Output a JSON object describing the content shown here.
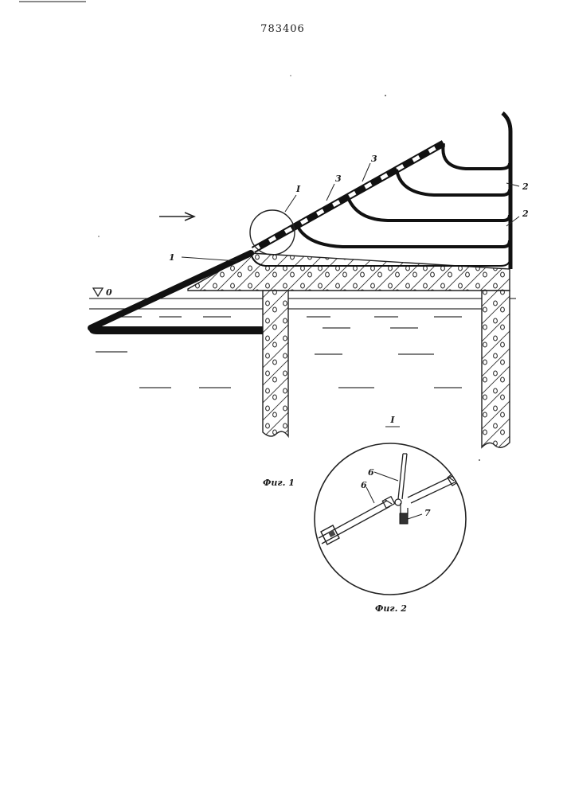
{
  "patent_number": "783406",
  "figure_1": {
    "caption": "Фиг. 1",
    "water_level_label": "0",
    "callouts": {
      "detail_ref": "I",
      "part_1": "1",
      "part_2_upper": "2",
      "part_2_lower": "2",
      "part_3_left": "3",
      "part_3_right": "3"
    }
  },
  "figure_2": {
    "caption": "Фиг. 2",
    "title": "I",
    "callouts": {
      "part_6_upper": "6",
      "part_6_lower": "6",
      "part_7": "7"
    }
  }
}
